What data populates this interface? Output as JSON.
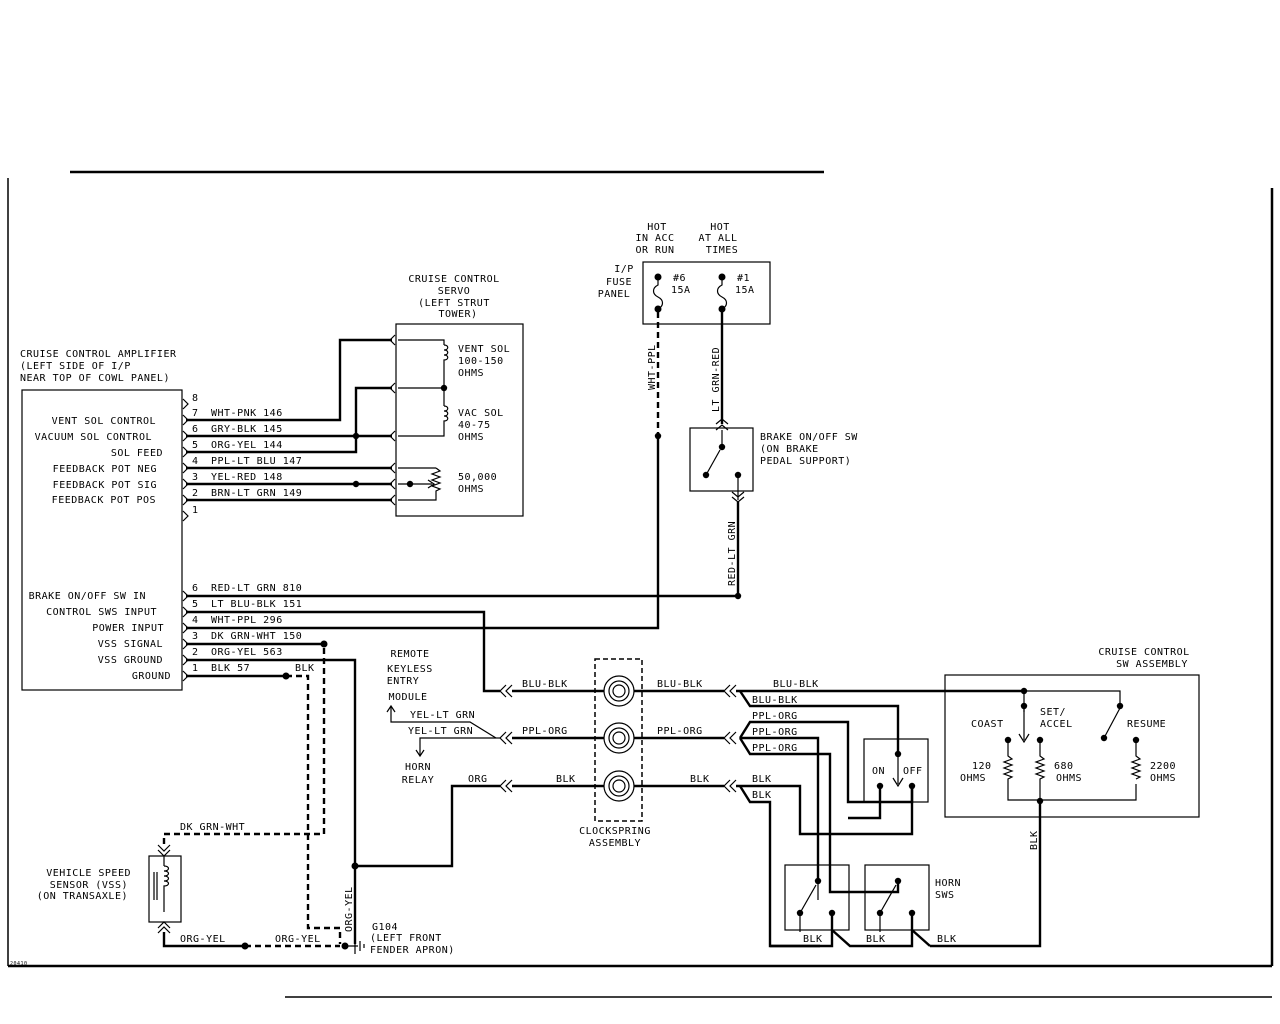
{
  "amplifier": {
    "title": [
      "CRUISE CONTROL AMPLIFIER",
      "(LEFT SIDE OF I/P",
      "NEAR TOP OF COWL PANEL)"
    ],
    "pins_top": [
      {
        "num": "8",
        "label": "",
        "wire": ""
      },
      {
        "num": "7",
        "label": "VENT SOL CONTROL",
        "wire": "WHT-PNK 146"
      },
      {
        "num": "6",
        "label": "VACUUM SOL CONTROL",
        "wire": "GRY-BLK 145"
      },
      {
        "num": "5",
        "label": "SOL FEED",
        "wire": "ORG-YEL 144"
      },
      {
        "num": "4",
        "label": "FEEDBACK POT NEG",
        "wire": "PPL-LT BLU 147"
      },
      {
        "num": "3",
        "label": "FEEDBACK POT SIG",
        "wire": "YEL-RED 148"
      },
      {
        "num": "2",
        "label": "FEEDBACK POT POS",
        "wire": "BRN-LT GRN 149"
      },
      {
        "num": "1",
        "label": "",
        "wire": ""
      }
    ],
    "pins_bottom": [
      {
        "num": "6",
        "label": "BRAKE ON/OFF SW IN",
        "wire": "RED-LT GRN 810"
      },
      {
        "num": "5",
        "label": "CONTROL SWS INPUT",
        "wire": "LT BLU-BLK 151"
      },
      {
        "num": "4",
        "label": "POWER INPUT",
        "wire": "WHT-PPL 296"
      },
      {
        "num": "3",
        "label": "VSS SIGNAL",
        "wire": "DK GRN-WHT 150"
      },
      {
        "num": "2",
        "label": "VSS GROUND",
        "wire": "ORG-YEL 563"
      },
      {
        "num": "1",
        "label": "GROUND",
        "wire": "BLK 57"
      }
    ],
    "blk_label": "BLK"
  },
  "servo": {
    "title": [
      "CRUISE CONTROL",
      "SERVO",
      "(LEFT STRUT",
      "TOWER)"
    ],
    "vent": [
      "VENT SOL",
      "100-150",
      "OHMS"
    ],
    "vac": [
      "VAC SOL",
      "40-75",
      "OHMS"
    ],
    "pot": [
      "50,000",
      "OHMS"
    ]
  },
  "fuse": {
    "hot_acc": [
      "HOT",
      "IN ACC",
      "OR RUN"
    ],
    "hot_all": [
      "HOT",
      "AT ALL",
      "TIMES"
    ],
    "panel": [
      "I/P",
      "FUSE",
      "PANEL"
    ],
    "f6": [
      "#6",
      "15A"
    ],
    "f1": [
      "#1",
      "15A"
    ],
    "wire_left": "WHT-PPL",
    "wire_right": "LT GRN-RED"
  },
  "brake_sw": {
    "label": [
      "BRAKE ON/OFF SW",
      "(ON BRAKE",
      "PEDAL SUPPORT)"
    ],
    "out_wire": "RED-LT GRN"
  },
  "rke": {
    "label": [
      "REMOTE",
      "KEYLESS",
      "ENTRY",
      "MODULE"
    ],
    "wire1": "YEL-LT GRN",
    "wire2": "YEL-LT GRN",
    "horn_relay": [
      "HORN",
      "RELAY"
    ],
    "org": "ORG"
  },
  "clockspring": {
    "label": [
      "CLOCKSPRING",
      "ASSEMBLY"
    ],
    "left_wires": [
      "BLU-BLK",
      "PPL-ORG",
      "BLK"
    ],
    "right_wires": [
      "BLU-BLK",
      "PPL-ORG",
      "BLK"
    ]
  },
  "right_side": {
    "blu_blk_1": "BLU-BLK",
    "blu_blk_2": "BLU-BLK",
    "ppl_org_1": "PPL-ORG",
    "ppl_org_2": "PPL-ORG",
    "ppl_org_3": "PPL-ORG",
    "blk_1": "BLK",
    "blk_2": "BLK",
    "on": "ON",
    "off": "OFF"
  },
  "sw_assembly": {
    "title": [
      "CRUISE CONTROL",
      "SW ASSEMBLY"
    ],
    "coast": "COAST",
    "set_accel": [
      "SET/",
      "ACCEL"
    ],
    "resume": "RESUME",
    "r120": [
      "120",
      "OHMS"
    ],
    "r680": [
      "680",
      "OHMS"
    ],
    "r2200": [
      "2200",
      "OHMS"
    ],
    "blk": "BLK"
  },
  "horn": {
    "label": [
      "HORN",
      "SWS"
    ],
    "blk_a": "BLK",
    "blk_b": "BLK",
    "blk_c": "BLK"
  },
  "vss": {
    "label": [
      "VEHICLE SPEED",
      "SENSOR (VSS)",
      "(ON TRANSAXLE)"
    ],
    "dk_grn_wht": "DK GRN-WHT",
    "org_yel_1": "ORG-YEL",
    "org_yel_2": "ORG-YEL",
    "org_yel_v": "ORG-YEL"
  },
  "ground": {
    "label": [
      "G104",
      "(LEFT FRONT",
      "FENDER APRON)"
    ]
  },
  "corner_code": "20410"
}
